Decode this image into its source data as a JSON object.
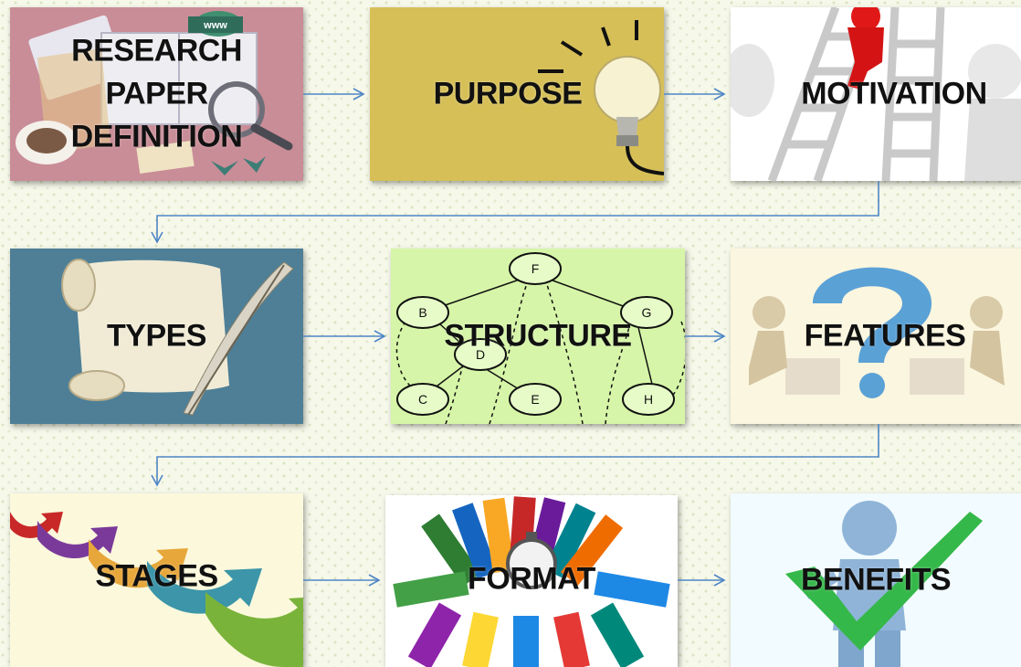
{
  "row1": [
    {
      "label": "RESEARCH PAPER DEFINITION",
      "bg": "#c98d97"
    },
    {
      "label": "PURPOSE",
      "bg": "#d6bf57"
    },
    {
      "label": "MOTIVATION",
      "bg": "#ffffff"
    }
  ],
  "row2": [
    {
      "label": "TYPES",
      "bg": "#4e7f97"
    },
    {
      "label": "STRUCTURE",
      "bg": "#d6f5a8"
    },
    {
      "label": "FEATURES",
      "bg": "#fbf6df"
    }
  ],
  "row3": [
    {
      "label": "STAGES",
      "bg": "#fbf8dc"
    },
    {
      "label": "FORMAT",
      "bg": "#ffffff"
    },
    {
      "label": "BENEFITS",
      "bg": "#f2fbff"
    }
  ],
  "tree_nodes": [
    "F",
    "B",
    "G",
    "D",
    "C",
    "E",
    "H"
  ],
  "web_badge": "www",
  "connector_color": "#4f86c6"
}
